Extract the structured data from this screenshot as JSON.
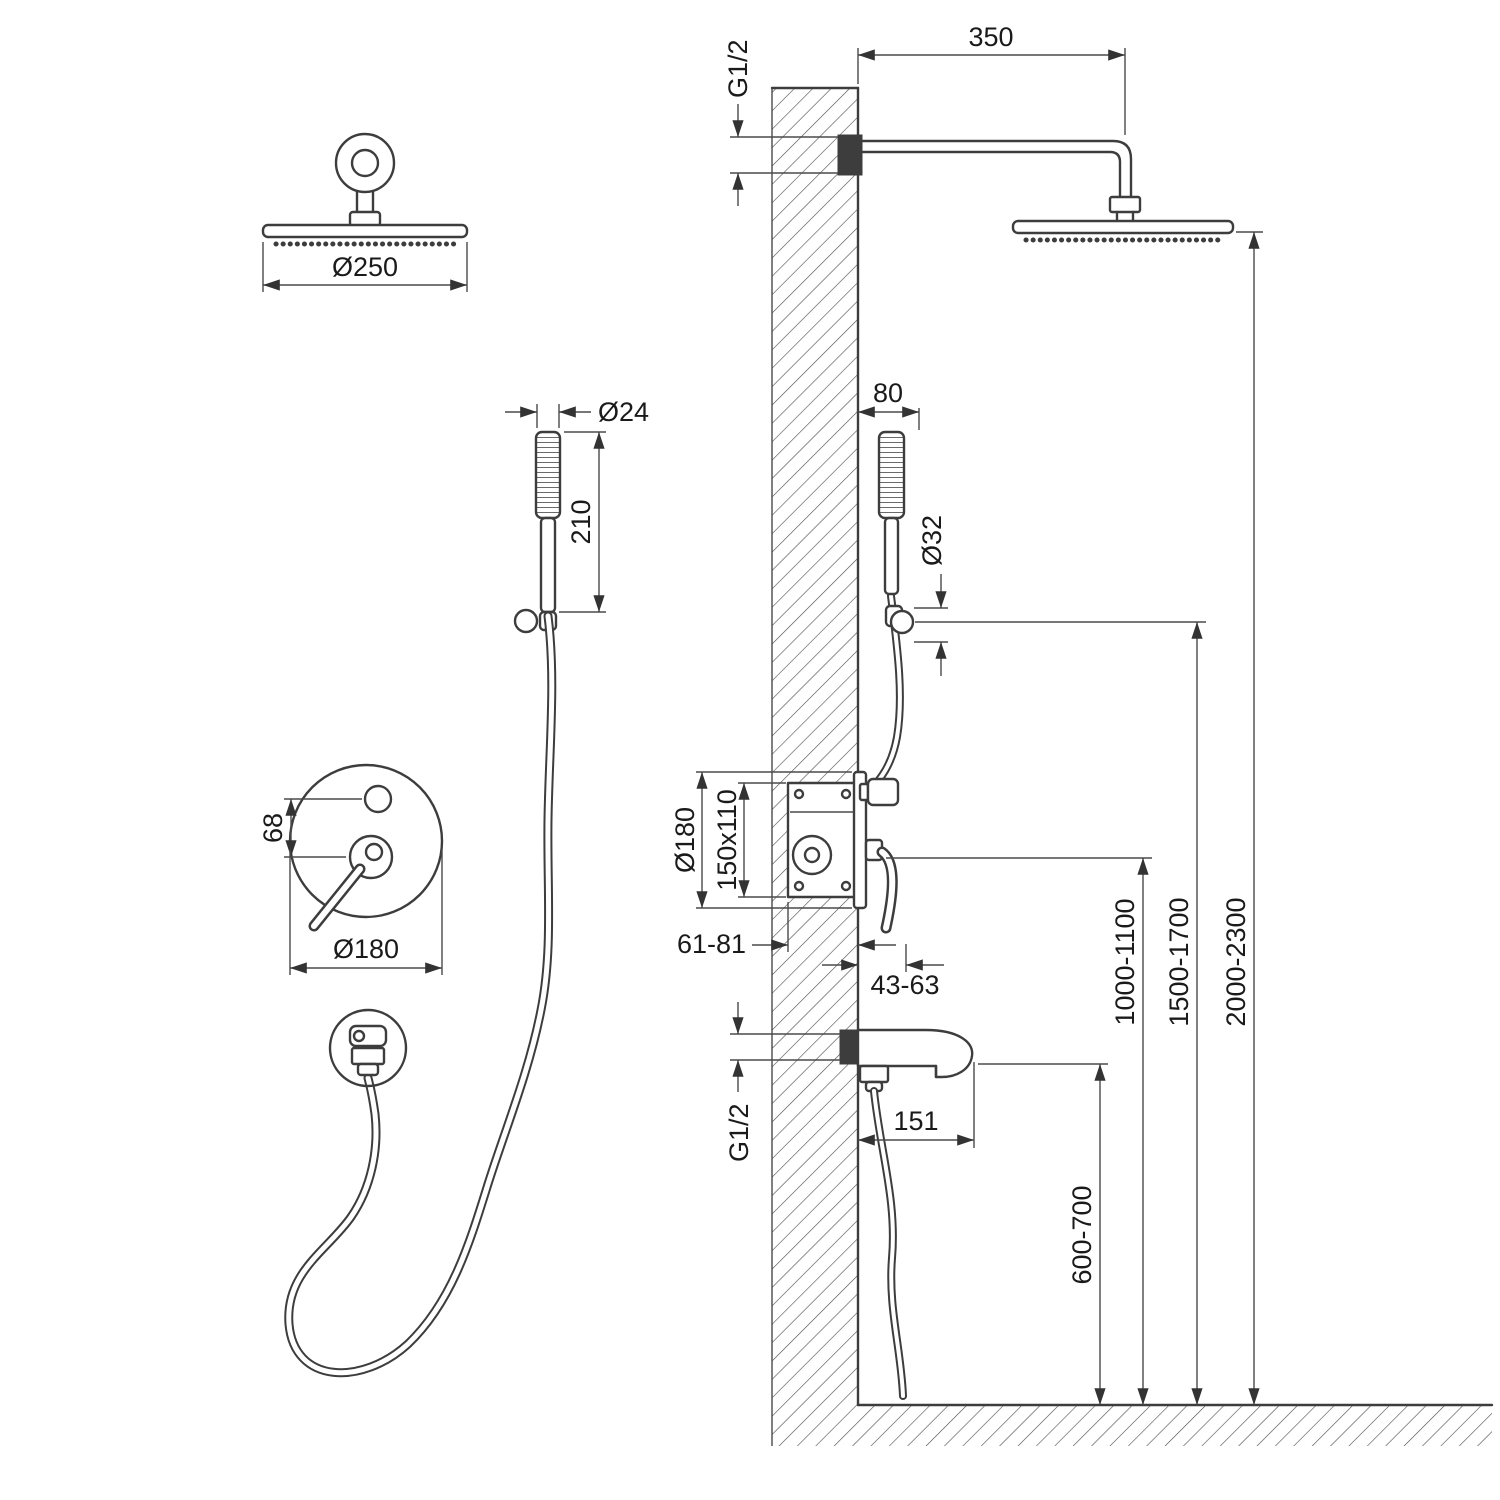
{
  "diagram": {
    "type": "technical-installation-drawing",
    "subject": "concealed-shower-system-with-rain-head-hand-shower-and-bath-spout",
    "views": {
      "rain_shower_front": {
        "head_diameter": "Ø250"
      },
      "hand_shower_front": {
        "head_diameter": "Ø24",
        "length": "210"
      },
      "mixer_front": {
        "handle_spacing": "68",
        "plate_diameter": "Ø180"
      },
      "shower_arm_side": {
        "arm_length": "350",
        "wall_thread": "G1/2"
      },
      "hand_shower_side": {
        "wall_offset": "80",
        "holder_diameter": "Ø32"
      },
      "mixer_side": {
        "plate_diameter": "Ø180",
        "box_size": "150x110",
        "box_depth": "61-81",
        "handle_depth": "43-63"
      },
      "spout_side": {
        "wall_thread": "G1/2",
        "length": "151"
      },
      "mounting_heights": {
        "spout": "600-700",
        "mixer": "1000-1100",
        "holder": "1500-1700",
        "head": "2000-2300"
      }
    }
  }
}
